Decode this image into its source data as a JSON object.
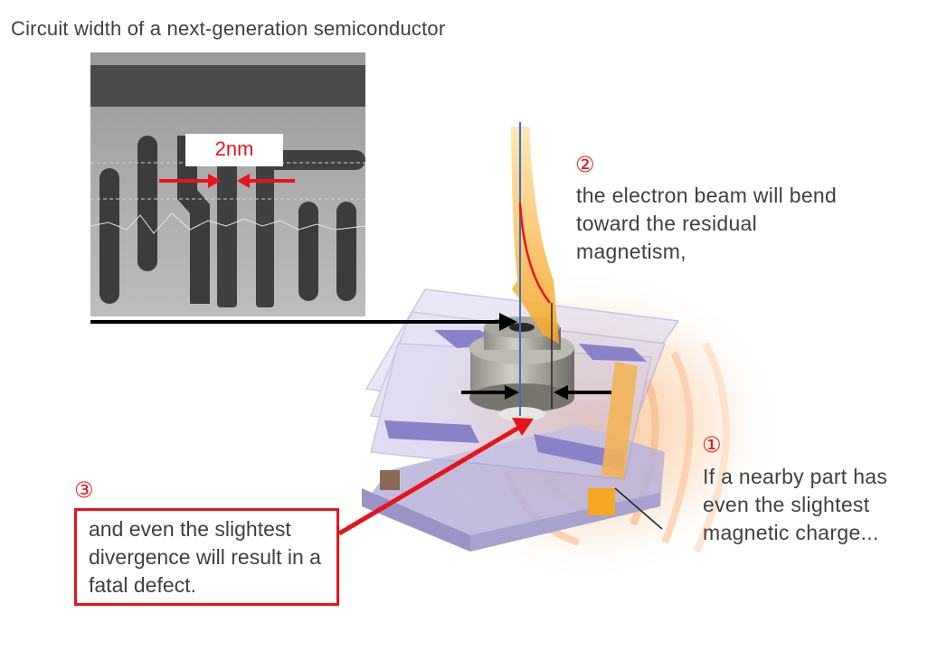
{
  "title": "Circuit width of a next-generation semiconductor",
  "scale_label": "2nm",
  "callout_1": {
    "number": "①",
    "text": "If a nearby part has even the slightest magnetic charge..."
  },
  "callout_2": {
    "number": "②",
    "text": "the electron beam will bend toward the residual magnetism,"
  },
  "callout_3": {
    "number": "③",
    "text": "and even the slightest divergence will result in a fatal defect."
  },
  "colors": {
    "accent_red": "#e8141b",
    "beam_blue": "#3a6fc4",
    "beam_orange": "#f5a623",
    "stage_purple": "#8a82c8"
  }
}
